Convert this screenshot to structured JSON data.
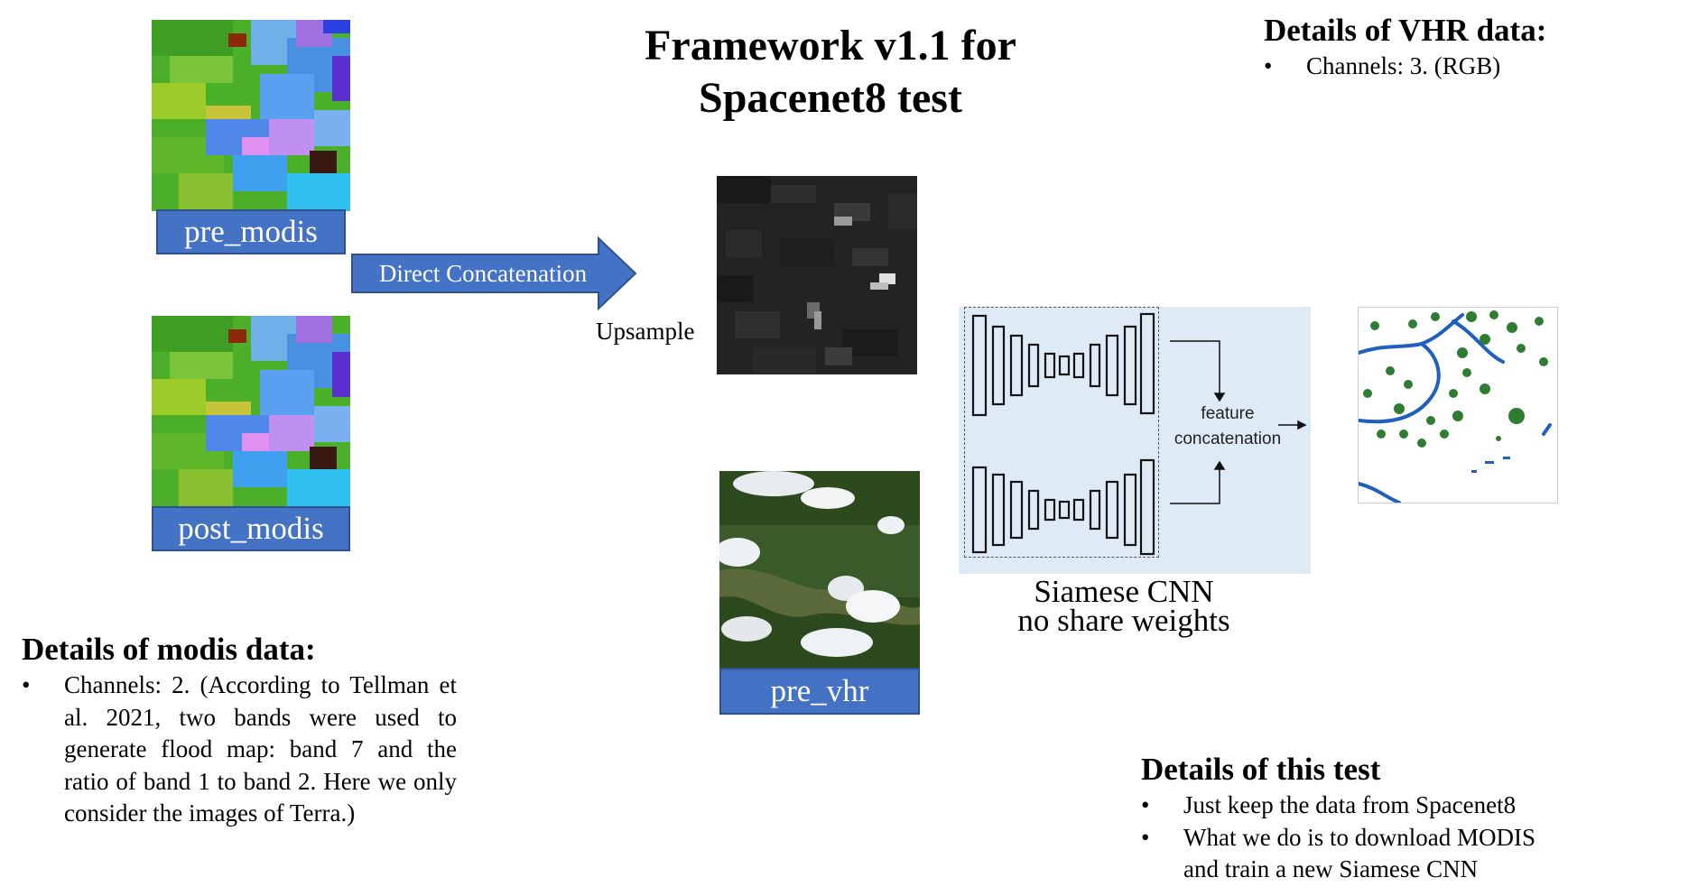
{
  "title": {
    "line1": "Framework v1.1 for",
    "line2": "Spacenet8 test"
  },
  "vhr_details": {
    "heading": "Details of VHR data:",
    "bullets": [
      "Channels: 3. (RGB)"
    ]
  },
  "modis_details": {
    "heading": "Details of modis data:",
    "bullets": [
      "Channels: 2. (According to Tellman et al. 2021, two bands were used to generate flood map: band 7 and the ratio of band 1 to band 2. Here we only consider the images of Terra.)"
    ]
  },
  "test_details": {
    "heading": "Details of this test",
    "bullets": [
      "Just keep the data from Spacenet8",
      "What we do is to download MODIS and train a new Siamese CNN"
    ]
  },
  "inputs": {
    "pre_modis": "pre_modis",
    "post_modis": "post_modis",
    "pre_vhr": "pre_vhr"
  },
  "arrow_label": "Direct Concatenation",
  "upsample_label": "Upsample",
  "cnn": {
    "caption_line1": "Siamese CNN",
    "caption_line2": "no share weights",
    "feature_line1": "feature",
    "feature_line2": "concatenation"
  },
  "colors": {
    "label_fill": "#4472c4",
    "label_border": "#2f528f",
    "cnn_panel": "#deebf7",
    "road_blue": "#1f5fbf",
    "building_green": "#2e7d32"
  }
}
